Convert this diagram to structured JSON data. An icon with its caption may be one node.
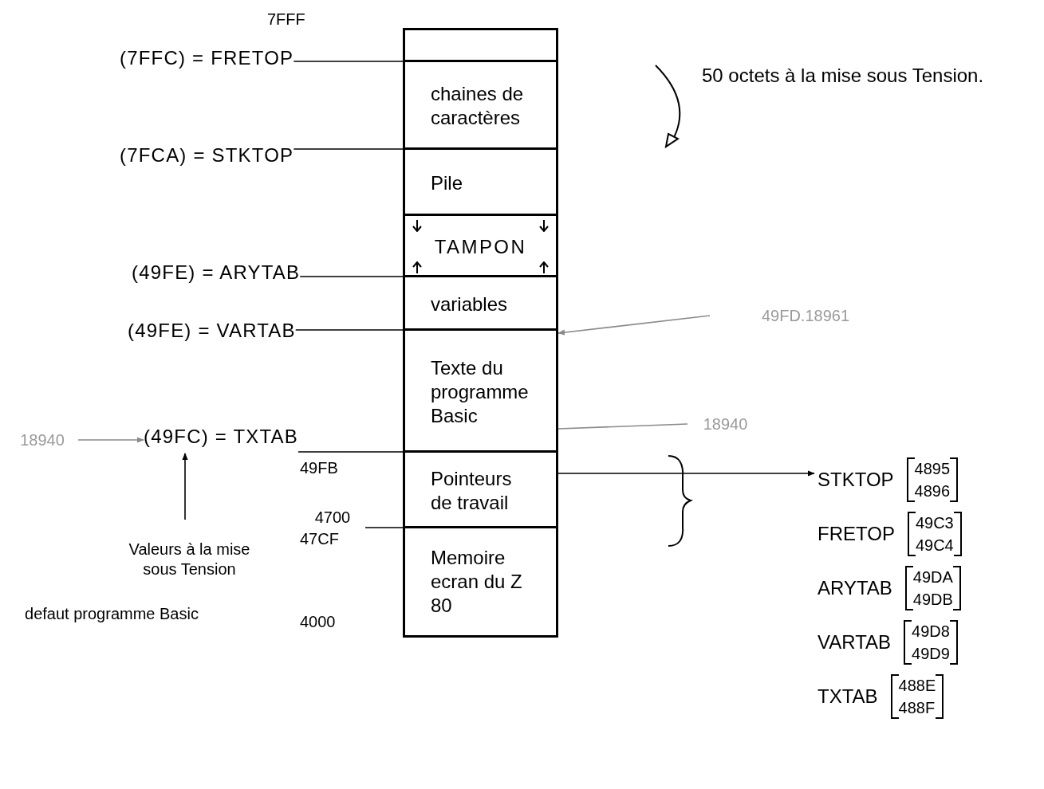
{
  "diagram": {
    "nodes": [
      {
        "text": [],
        "shape": "box"
      },
      {
        "text": [
          "(7FFC) = FRETOP"
        ]
      },
      {
        "text": [
          "chaines de caractères"
        ]
      },
      {
        "text": [
          "(7FCA) = STKTOP"
        ]
      },
      {
        "text": [
          "Pile"
        ]
      },
      {
        "text": [
          "TAMPON"
        ]
      },
      {
        "text": [
          "(49FE) = ARYTAB"
        ]
      },
      {
        "text": [
          "variables"
        ]
      },
      {
        "text": [
          "(49FE) = VARTAB"
        ]
      },
      {
        "text": [
          "Texte du programme Basic"
        ]
      },
      {
        "text": [
          "49FD.18961"
        ]
      },
      {
        "text": [
          "18940"
        ]
      },
      {
        "text": [
          "18940"
        ]
      },
      {
        "text": [
          "(49FC) = TXTAB"
        ]
      },
      {
        "text": [
          "Pointeurs de travail"
        ]
      },
      {
        "text": [
          "Valeurs à la mise sous Tension"
        ]
      },
      {
        "text": [
          "4700"
        ]
      },
      {
        "text": [
          "Memoire ecran du Z 80"
        ]
      },
      {
        "text": [
          "STKTOP",
          "4895",
          "4896"
        ]
      },
      {
        "text": [
          "FRETOP",
          "49C3",
          "49C4"
        ]
      },
      {
        "text": [
          "ARYTAB",
          "49DA",
          "49DB"
        ]
      },
      {
        "text": [
          "VARTAB",
          "49D8",
          "49D9"
        ]
      },
      {
        "text": [
          "TXTAB",
          "488E",
          "488F"
        ]
      }
    ],
    "edges": [
      {
        "from": 1,
        "to": 2,
        "arrow": "none"
      },
      {
        "from": 3,
        "to": 4,
        "arrow": "none"
      },
      {
        "from": 6,
        "to": 7,
        "arrow": "none"
      },
      {
        "from": 8,
        "to": 9,
        "arrow": "none"
      },
      {
        "from": 13,
        "to": 14,
        "arrow": "none"
      },
      {
        "from": 10,
        "to": 9,
        "arrow": "to",
        "color": "#8a8a8a"
      },
      {
        "from": 11,
        "to": 9,
        "arrow": "none",
        "color": "#8a8a8a"
      },
      {
        "from": 12,
        "to": 13,
        "arrow": "to",
        "color": "#8a8a8a"
      },
      {
        "from": 15,
        "to": 13,
        "arrow": "to"
      },
      {
        "from": 16,
        "to": 17,
        "arrow": "none"
      },
      {
        "from": 14,
        "to": 18,
        "arrow": "to"
      }
    ],
    "labels": [
      "7FFF",
      "50 octets à la mise sous Tension.",
      "49FB",
      "47CF",
      "defaut programme Basic",
      "4000"
    ]
  }
}
